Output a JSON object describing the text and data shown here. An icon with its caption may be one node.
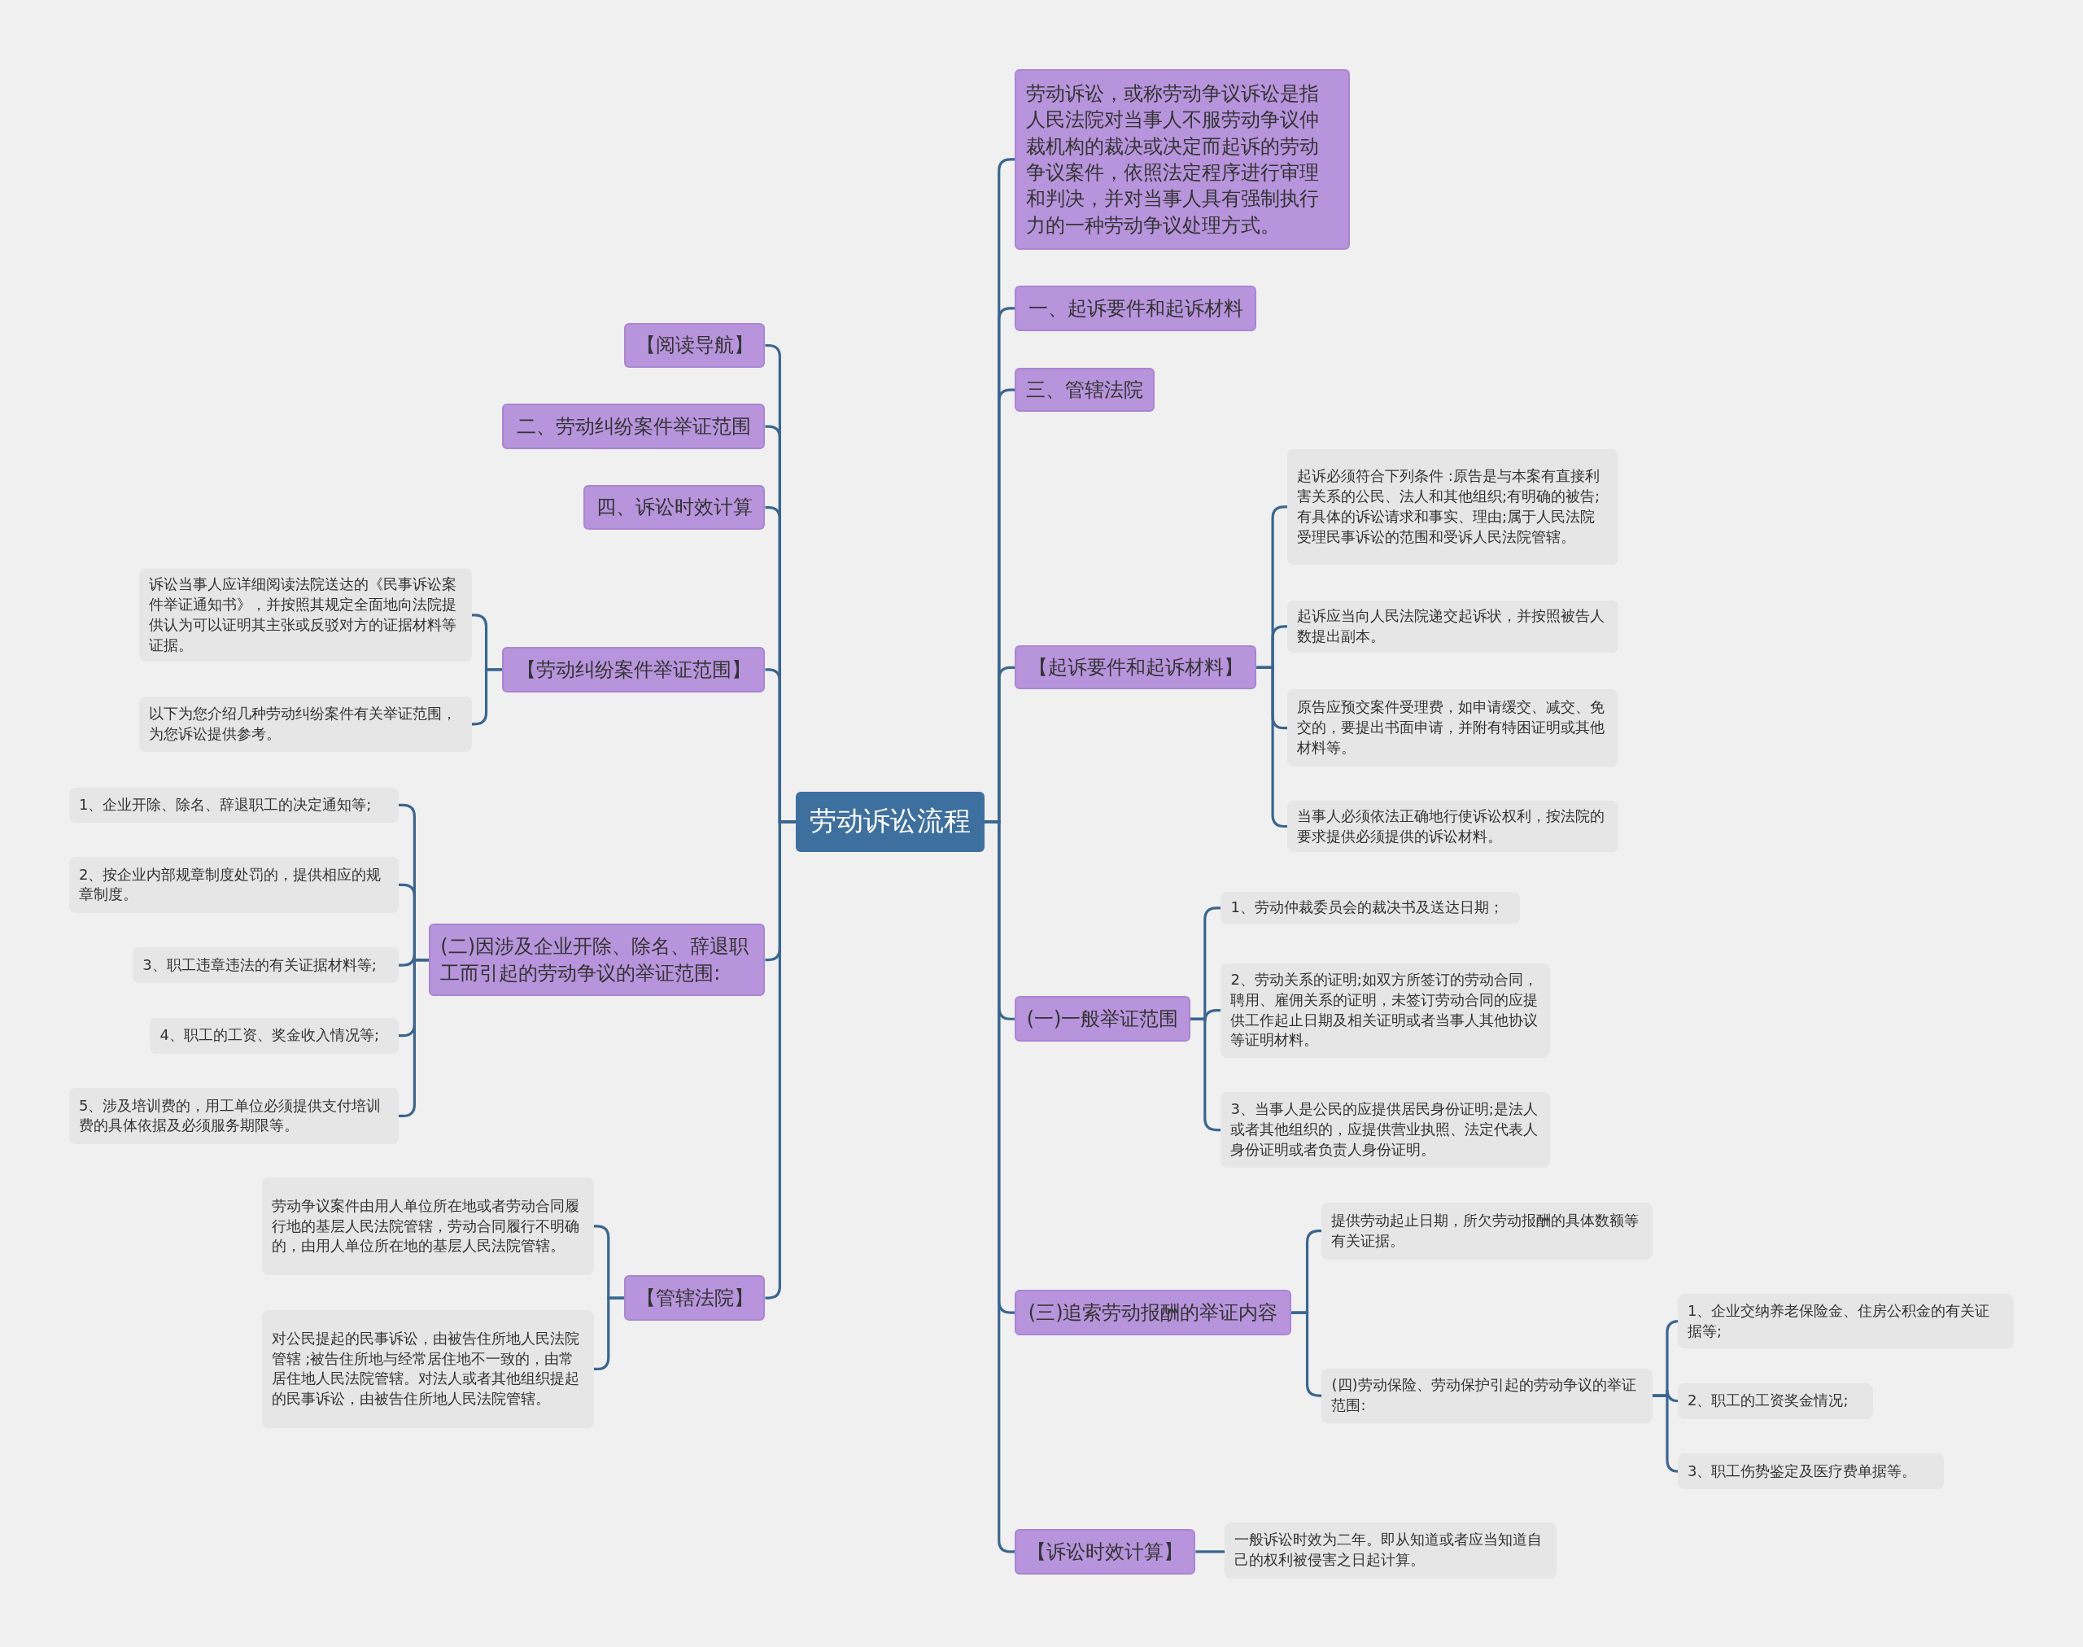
{
  "diagram": {
    "nodes": [
      {
        "text": [
          "劳动诉讼流程"
        ]
      },
      {
        "text": [
          "劳动诉讼，或称劳动争议诉讼是指人民法院对当事人不服劳动争议仲裁机构的裁决或决定而起诉的劳动争议案件，依照法定程序进行审理和判决，并对当事人具有强制执行力的一种劳动争议处理方式。"
        ]
      },
      {
        "text": [
          "一、起诉要件和起诉材料"
        ]
      },
      {
        "text": [
          "三、管辖法院"
        ]
      },
      {
        "text": [
          "【起诉要件和起诉材料】"
        ]
      },
      {
        "text": [
          "起诉必须符合下列条件 :原告是与本案有直接利害关系的公民、法人和其他组织;有明确的被告;有具体的诉讼请求和事实、理由;属于人民法院受理民事诉讼的范围和受诉人民法院管辖。"
        ]
      },
      {
        "text": [
          "起诉应当向人民法院递交起诉状，并按照被告人数提出副本。"
        ]
      },
      {
        "text": [
          "原告应预交案件受理费，如申请缓交、减交、免交的，要提出书面申请，并附有特困证明或其他材料等。"
        ]
      },
      {
        "text": [
          "当事人必须依法正确地行使诉讼权利，按法院的要求提供必须提供的诉讼材料。"
        ]
      },
      {
        "text": [
          "(一)一般举证范围"
        ]
      },
      {
        "text": [
          "1、劳动仲裁委员会的裁决书及送达日期；"
        ]
      },
      {
        "text": [
          "2、劳动关系的证明;如双方所签订的劳动合同，聘用、雇佣关系的证明，未签订劳动合同的应提供工作起止日期及相关证明或者当事人其他协议等证明材料。"
        ]
      },
      {
        "text": [
          "3、当事人是公民的应提供居民身份证明;是法人或者其他组织的，应提供营业执照、法定代表人身份证明或者负责人身份证明。"
        ]
      },
      {
        "text": [
          "(三)追索劳动报酬的举证内容"
        ]
      },
      {
        "text": [
          "提供劳动起止日期，所欠劳动报酬的具体数额等有关证据。"
        ]
      },
      {
        "text": [
          "(四)劳动保险、劳动保护引起的劳动争议的举证范围:"
        ]
      },
      {
        "text": [
          "1、企业交纳养老保险金、住房公积金的有关证据等;"
        ]
      },
      {
        "text": [
          "2、职工的工资奖金情况;"
        ]
      },
      {
        "text": [
          "3、职工伤势鉴定及医疗费单据等。"
        ]
      },
      {
        "text": [
          "【诉讼时效计算】"
        ]
      },
      {
        "text": [
          "一般诉讼时效为二年。即从知道或者应当知道自己的权利被侵害之日起计算。"
        ]
      },
      {
        "text": [
          "【阅读导航】"
        ]
      },
      {
        "text": [
          "二、劳动纠纷案件举证范围"
        ]
      },
      {
        "text": [
          "四、诉讼时效计算"
        ]
      },
      {
        "text": [
          "【劳动纠纷案件举证范围】"
        ]
      },
      {
        "text": [
          "诉讼当事人应详细阅读法院送达的《民事诉讼案件举证通知书》，并按照其规定全面地向法院提供认为可以证明其主张或反驳对方的证据材料等证据。"
        ]
      },
      {
        "text": [
          "以下为您介绍几种劳动纠纷案件有关举证范围，为您诉讼提供参考。"
        ]
      },
      {
        "text": [
          "(二)因涉及企业开除、除名、辞退职工而引起的劳动争议的举证范围:"
        ]
      },
      {
        "text": [
          "1、企业开除、除名、辞退职工的决定通知等;"
        ]
      },
      {
        "text": [
          "2、按企业内部规章制度处罚的，提供相应的规章制度。"
        ]
      },
      {
        "text": [
          "3、职工违章违法的有关证据材料等;"
        ]
      },
      {
        "text": [
          "4、职工的工资、奖金收入情况等;"
        ]
      },
      {
        "text": [
          "5、涉及培训费的，用工单位必须提供支付培训费的具体依据及必须服务期限等。"
        ]
      },
      {
        "text": [
          "【管辖法院】"
        ]
      },
      {
        "text": [
          "劳动争议案件由用人单位所在地或者劳动合同履行地的基层人民法院管辖，劳动合同履行不明确的，由用人单位所在地的基层人民法院管辖。"
        ]
      },
      {
        "text": [
          "对公民提起的民事诉讼，由被告住所地人民法院管辖 ;被告住所地与经常居住地不一致的，由常居住地人民法院管辖。对法人或者其他组织提起的民事诉讼，由被告住所地人民法院管辖。"
        ]
      }
    ],
    "edges": [
      {
        "from": 0,
        "to": 1,
        "arrow": "none"
      },
      {
        "from": 0,
        "to": 2,
        "arrow": "none"
      },
      {
        "from": 0,
        "to": 3,
        "arrow": "none"
      },
      {
        "from": 0,
        "to": 4,
        "arrow": "none"
      },
      {
        "from": 4,
        "to": 5,
        "arrow": "none"
      },
      {
        "from": 4,
        "to": 6,
        "arrow": "none"
      },
      {
        "from": 4,
        "to": 7,
        "arrow": "none"
      },
      {
        "from": 4,
        "to": 8,
        "arrow": "none"
      },
      {
        "from": 0,
        "to": 9,
        "arrow": "none"
      },
      {
        "from": 9,
        "to": 10,
        "arrow": "none"
      },
      {
        "from": 9,
        "to": 11,
        "arrow": "none"
      },
      {
        "from": 9,
        "to": 12,
        "arrow": "none"
      },
      {
        "from": 0,
        "to": 13,
        "arrow": "none"
      },
      {
        "from": 13,
        "to": 14,
        "arrow": "none"
      },
      {
        "from": 13,
        "to": 15,
        "arrow": "none"
      },
      {
        "from": 15,
        "to": 16,
        "arrow": "none"
      },
      {
        "from": 15,
        "to": 17,
        "arrow": "none"
      },
      {
        "from": 15,
        "to": 18,
        "arrow": "none"
      },
      {
        "from": 0,
        "to": 19,
        "arrow": "none"
      },
      {
        "from": 19,
        "to": 20,
        "arrow": "none"
      },
      {
        "from": 0,
        "to": 21,
        "arrow": "none"
      },
      {
        "from": 0,
        "to": 22,
        "arrow": "none"
      },
      {
        "from": 0,
        "to": 23,
        "arrow": "none"
      },
      {
        "from": 0,
        "to": 24,
        "arrow": "none"
      },
      {
        "from": 24,
        "to": 25,
        "arrow": "none"
      },
      {
        "from": 24,
        "to": 26,
        "arrow": "none"
      },
      {
        "from": 0,
        "to": 27,
        "arrow": "none"
      },
      {
        "from": 27,
        "to": 28,
        "arrow": "none"
      },
      {
        "from": 27,
        "to": 29,
        "arrow": "none"
      },
      {
        "from": 27,
        "to": 30,
        "arrow": "none"
      },
      {
        "from": 27,
        "to": 31,
        "arrow": "none"
      },
      {
        "from": 27,
        "to": 32,
        "arrow": "none"
      },
      {
        "from": 0,
        "to": 33,
        "arrow": "none"
      },
      {
        "from": 33,
        "to": 34,
        "arrow": "none"
      },
      {
        "from": 33,
        "to": 35,
        "arrow": "none"
      }
    ]
  }
}
